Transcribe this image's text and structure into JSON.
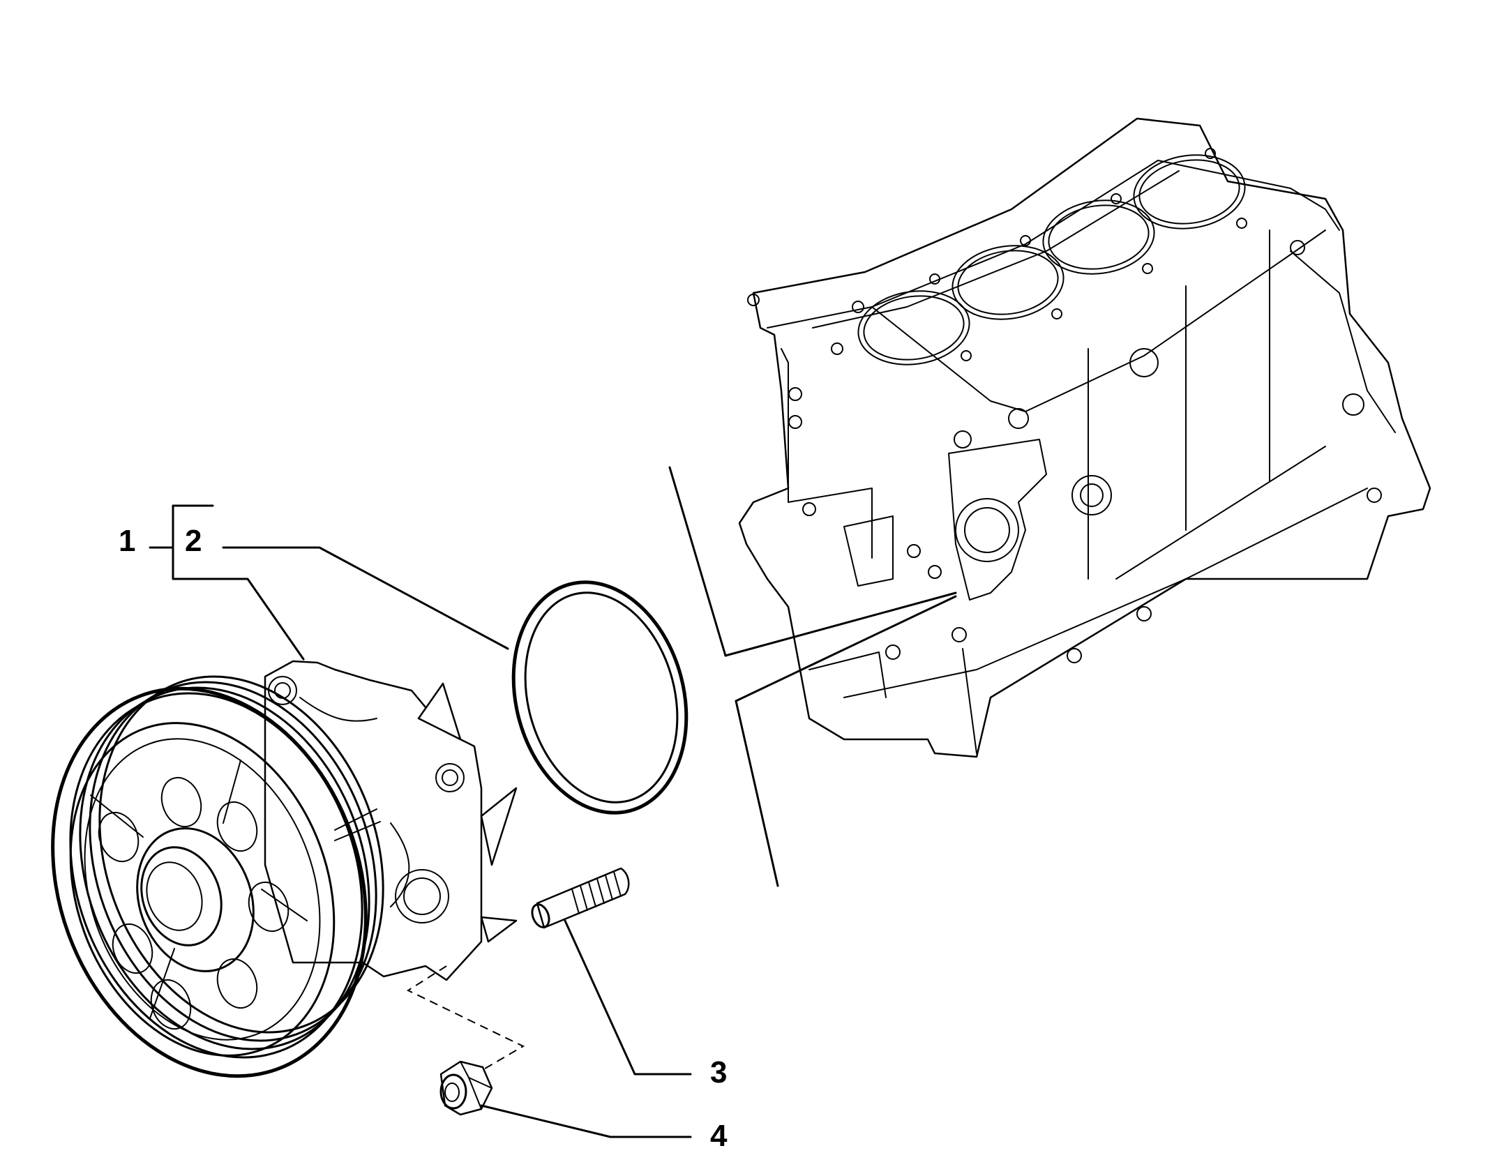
{
  "callouts": [
    {
      "id": "1",
      "label": "1"
    },
    {
      "id": "2",
      "label": "2"
    },
    {
      "id": "3",
      "label": "3"
    },
    {
      "id": "4",
      "label": "4"
    }
  ],
  "parts": [
    {
      "callout": "1",
      "icon": "water-pump-assembly-icon"
    },
    {
      "callout": "2",
      "icon": "o-ring-gasket-icon"
    },
    {
      "callout": "3",
      "icon": "stud-bolt-icon"
    },
    {
      "callout": "4",
      "icon": "hex-nut-icon"
    }
  ],
  "reference_part_icon": "engine-block-icon",
  "colors": {
    "line": "#000000",
    "background": "#ffffff"
  }
}
